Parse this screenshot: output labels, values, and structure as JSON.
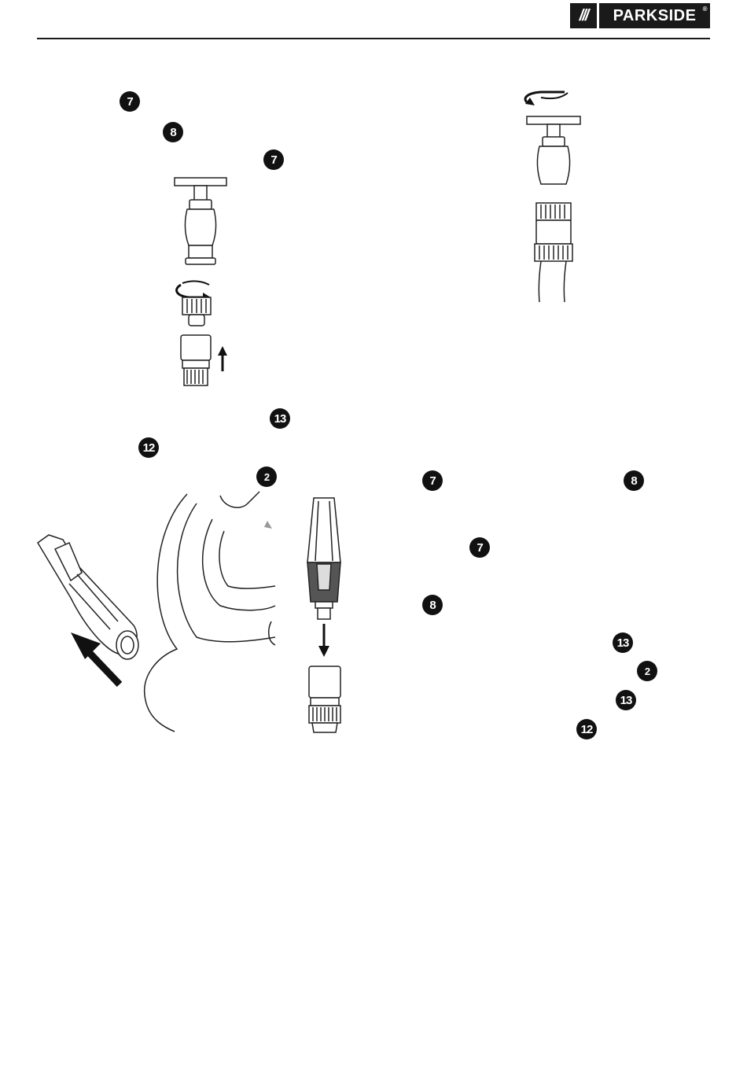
{
  "header": {
    "brand_slashes": "///",
    "brand_name": "PARKSIDE",
    "brand_mark": "®"
  },
  "callouts": {
    "c7": "7",
    "c8": "8",
    "c12": "12",
    "c13": "13",
    "c2": "2"
  }
}
